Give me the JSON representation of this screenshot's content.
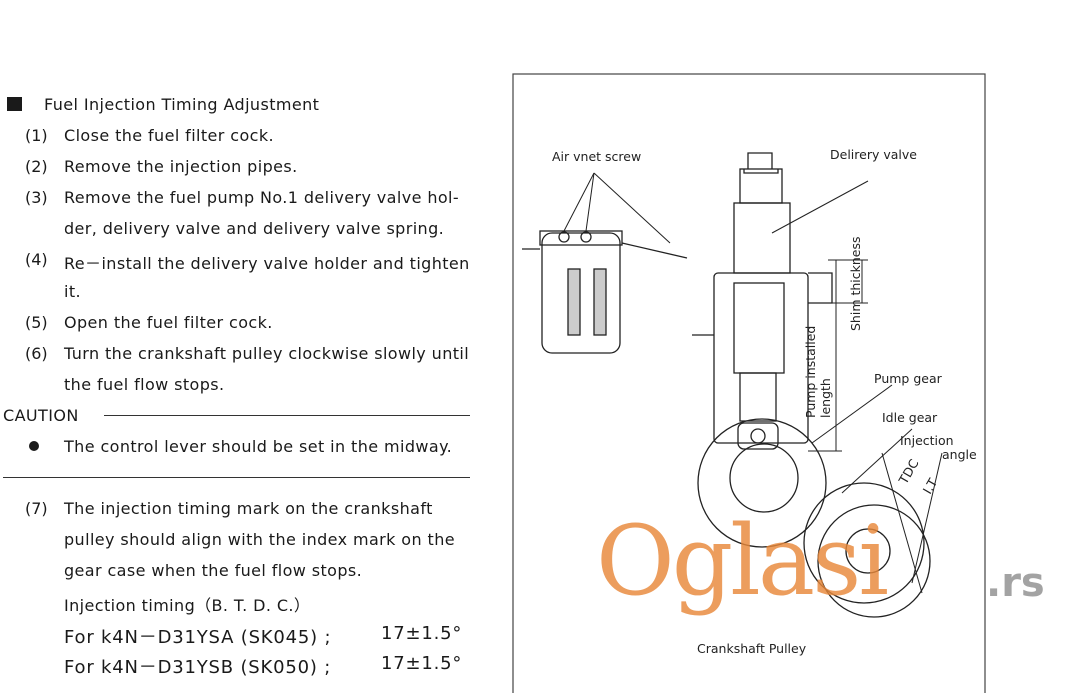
{
  "section": {
    "title": "Fuel Injection Timing Adjustment",
    "steps": [
      {
        "num": "(1)",
        "lines": [
          "Close the fuel filter cock."
        ]
      },
      {
        "num": "(2)",
        "lines": [
          "Remove the injection pipes."
        ]
      },
      {
        "num": "(3)",
        "lines": [
          "Remove the fuel pump No.1 delivery valve hol-",
          "der,   delivery valve and delivery valve spring."
        ]
      },
      {
        "num": "(4)",
        "lines": [
          "Re－install the delivery valve holder and tighten",
          "it."
        ]
      },
      {
        "num": "(5)",
        "lines": [
          "Open the fuel filter cock."
        ]
      },
      {
        "num": "(6)",
        "lines": [
          "Turn the crankshaft pulley clockwise slowly until",
          "the fuel flow stops."
        ]
      }
    ],
    "caution_label": "CAUTION",
    "caution_text": "The control lever should be set in the midway.",
    "step7": {
      "num": "(7)",
      "lines": [
        "The injection timing mark on the crankshaft",
        "pulley should align with the index mark on the",
        "gear case when the fuel flow stops."
      ]
    },
    "timing_label": "Injection timing（B. T. D. C.）",
    "timing_rows": [
      {
        "model": "For k4N－D31YSA (SK045) ;",
        "value": "17±1.5°"
      },
      {
        "model": "For k4N－D31YSB (SK050) ;",
        "value": "17±1.5°"
      }
    ]
  },
  "diagram": {
    "labels": {
      "air_vent_screw": "Air vnet screw",
      "delivery_valve": "Delirery valve",
      "shim_thickness": "Shim thickness",
      "pump_installed": "Pump installed",
      "length": "length",
      "pump_gear": "Pump gear",
      "idle_gear": "Idle gear",
      "injection": "Injection",
      "angle": "angle",
      "tdc": "TDC",
      "it": "I.T",
      "crankshaft_pulley": "Crankshaft Pulley"
    }
  },
  "watermark": {
    "text": "Oglasi",
    "suffix": ".rs",
    "color": "#e8883a"
  }
}
